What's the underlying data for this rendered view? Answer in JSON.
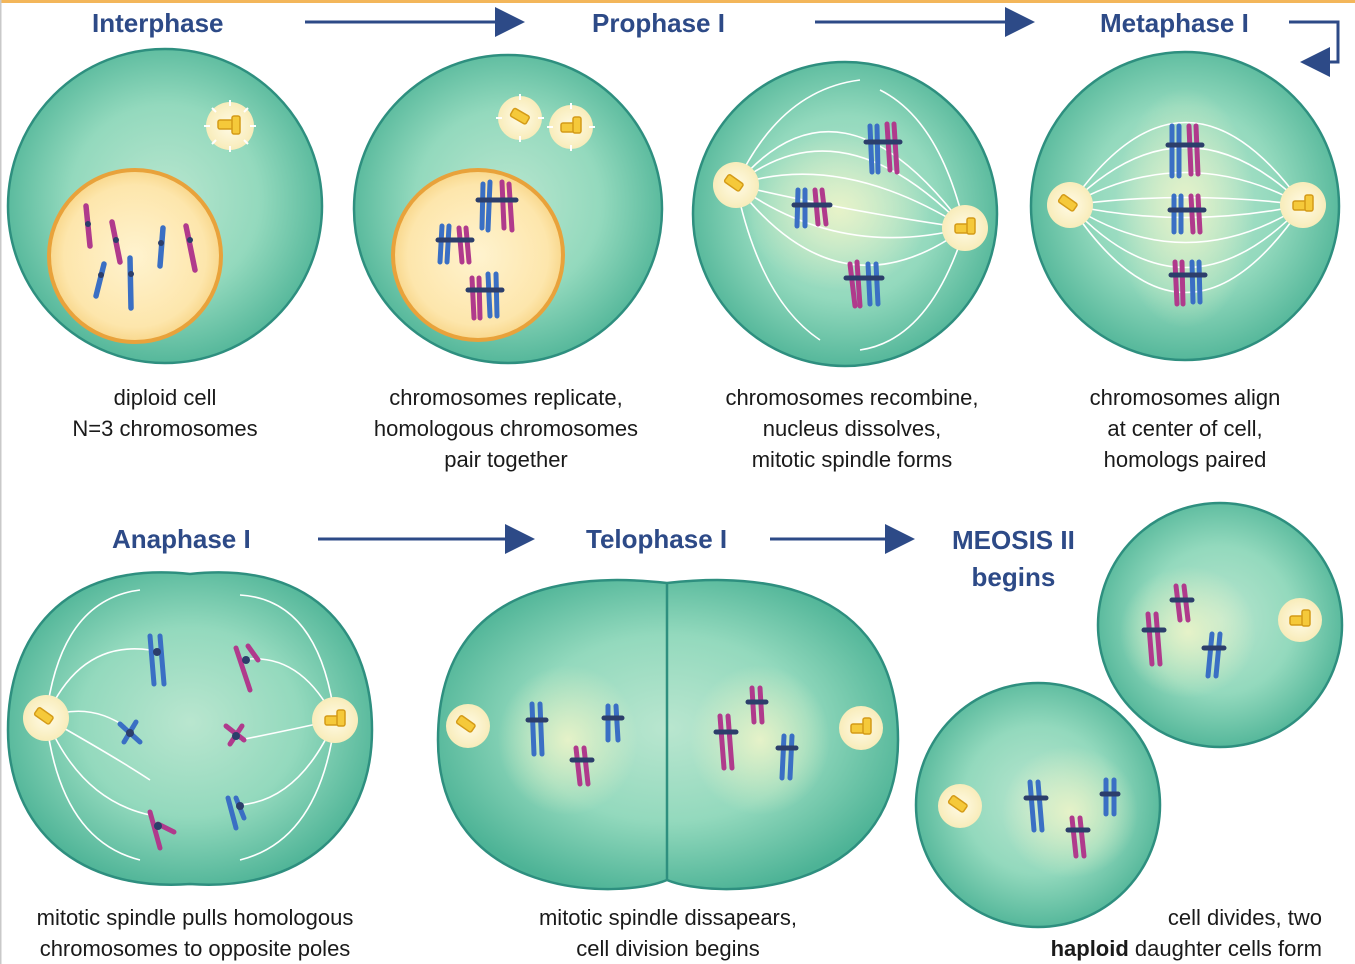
{
  "stages": {
    "interphase": {
      "title": "Interphase",
      "caption": [
        "diploid cell",
        "N=3 chromosomes"
      ]
    },
    "prophase1": {
      "title": "Prophase I",
      "caption": [
        "chromosomes replicate,",
        "homologous chromosomes",
        "pair together"
      ]
    },
    "metaphase_pre": {
      "caption": [
        "chromosomes recombine,",
        "nucleus dissolves,",
        "mitotic spindle forms"
      ]
    },
    "metaphase1": {
      "title": "Metaphase I",
      "caption": [
        "chromosomes align",
        "at center of cell,",
        "homologs paired"
      ]
    },
    "anaphase1": {
      "title": "Anaphase I",
      "caption": [
        "mitotic spindle pulls homologous",
        "chromosomes to opposite poles"
      ]
    },
    "telophase1": {
      "title": "Telophase I",
      "caption": [
        "mitotic spindle dissapears,",
        "cell division begins"
      ]
    },
    "meiosis2": {
      "title_lines": [
        "MEOSIS II",
        "begins"
      ],
      "caption_line1": "cell divides, two",
      "caption_bold": "haploid",
      "caption_line2_rest": " daughter cells form"
    }
  },
  "colors": {
    "title": "#2d4a87",
    "arrow": "#2d4a87",
    "cell_fill": "#6cc9a8",
    "cell_edge": "#2e8f7f",
    "nucleus_fill": "#fbe3a4",
    "nucleus_edge": "#e8a23b",
    "chromosome_blue": "#3a6fc4",
    "chromosome_magenta": "#b03a8c",
    "centrosome": "#f5c93a",
    "top_border": "#f3b65a"
  }
}
